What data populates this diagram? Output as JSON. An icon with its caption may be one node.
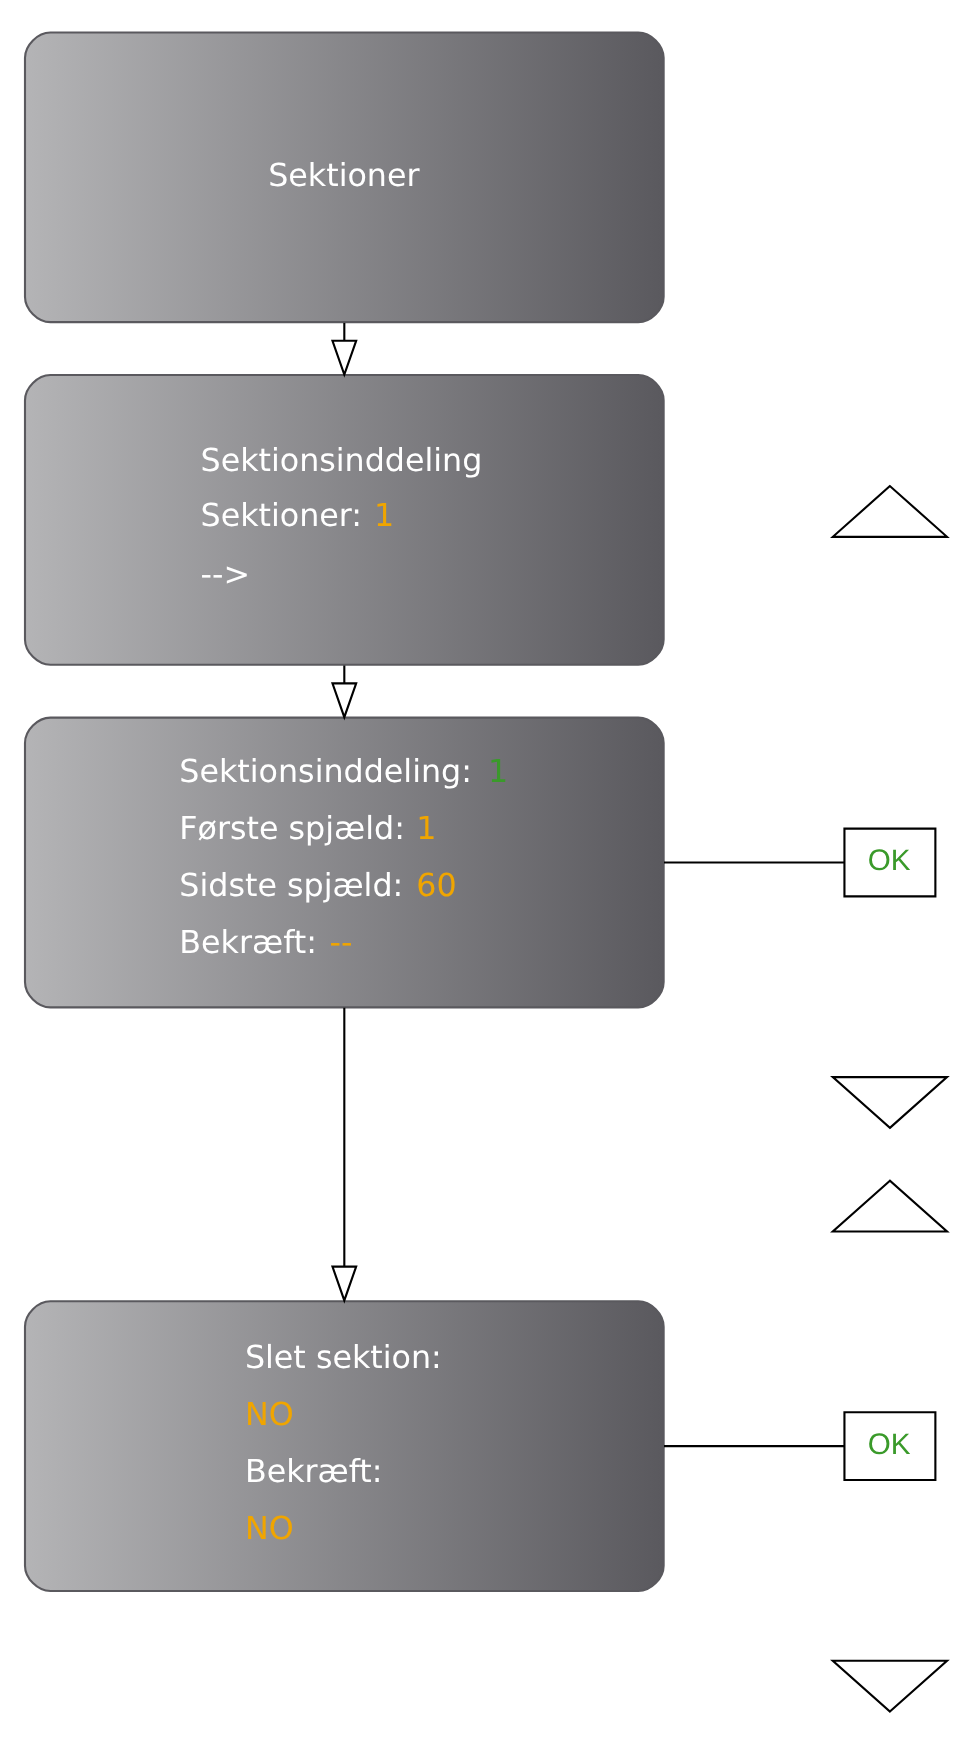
{
  "diagram": {
    "nodes": [
      {
        "text": [
          "Sektioner"
        ]
      },
      {
        "text": [
          "Sektionsinddeling",
          "Sektioner: 1",
          "-->"
        ]
      },
      {
        "text": [
          "Sektionsinddeling: 1",
          "Første spjæld: 1",
          "Sidste spjæld: 60",
          "Bekræft: --"
        ]
      },
      {
        "text": [],
        "shape": "triangle"
      },
      {
        "text": [
          "OK"
        ]
      },
      {
        "text": [],
        "shape": "triangle"
      },
      {
        "text": [
          "Slet sektion:",
          "NO",
          "Bekræft:",
          "NO"
        ]
      },
      {
        "text": [],
        "shape": "triangle"
      },
      {
        "text": [
          "OK"
        ]
      },
      {
        "text": [],
        "shape": "triangle"
      }
    ],
    "edges": [
      {
        "from": 0,
        "to": 1,
        "arrow": "to"
      },
      {
        "from": 1,
        "to": 2,
        "arrow": "to"
      },
      {
        "from": 2,
        "to": 6,
        "arrow": "to"
      },
      {
        "from": 2,
        "to": 4,
        "arrow": "none"
      },
      {
        "from": 6,
        "to": 8,
        "arrow": "none"
      }
    ]
  }
}
